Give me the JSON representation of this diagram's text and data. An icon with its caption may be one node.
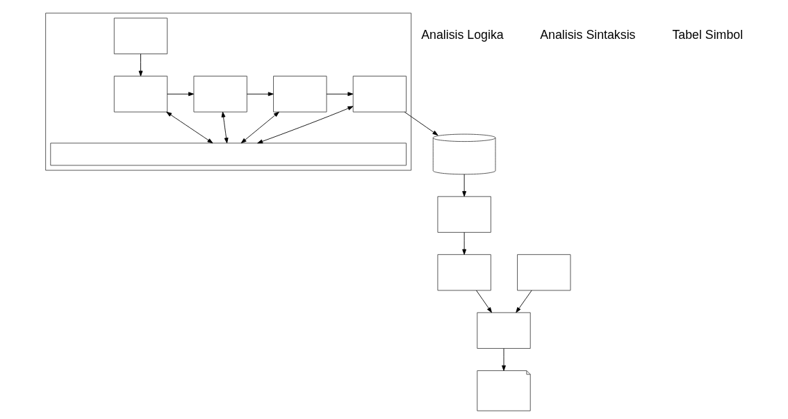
{
  "diagram": {
    "nodes": [
      {
        "text": [],
        "shape": "box"
      },
      {
        "text": [],
        "shape": "box",
        "in": 0
      },
      {
        "text": [],
        "shape": "box",
        "in": 0
      },
      {
        "text": [],
        "shape": "box",
        "in": 0
      },
      {
        "text": [],
        "shape": "box",
        "in": 0
      },
      {
        "text": [],
        "shape": "box",
        "in": 0
      },
      {
        "text": [],
        "shape": "bar",
        "in": 0
      },
      {
        "text": [],
        "shape": "storage"
      },
      {
        "text": [],
        "shape": "box"
      },
      {
        "text": [],
        "shape": "box"
      },
      {
        "text": [],
        "shape": "box"
      },
      {
        "text": [],
        "shape": "box"
      },
      {
        "text": [],
        "shape": "document"
      }
    ],
    "edges": [
      {
        "from": 1,
        "to": 2,
        "arrow": "to"
      },
      {
        "from": 2,
        "to": 3,
        "arrow": "to"
      },
      {
        "from": 3,
        "to": 4,
        "arrow": "to"
      },
      {
        "from": 4,
        "to": 5,
        "arrow": "to"
      },
      {
        "from": 5,
        "to": 7,
        "arrow": "to"
      },
      {
        "from": 2,
        "to": 6,
        "arrow": "both"
      },
      {
        "from": 3,
        "to": 6,
        "arrow": "both"
      },
      {
        "from": 4,
        "to": 6,
        "arrow": "both"
      },
      {
        "from": 5,
        "to": 6,
        "arrow": "both"
      },
      {
        "from": 7,
        "to": 8,
        "arrow": "to"
      },
      {
        "from": 8,
        "to": 9,
        "arrow": "to"
      },
      {
        "from": 9,
        "to": 10,
        "arrow": "to"
      },
      {
        "from": 11,
        "to": 10,
        "arrow": "to"
      },
      {
        "from": 10,
        "to": 12,
        "arrow": "to"
      }
    ],
    "labels": [
      "Analisis Logika",
      "Analisis Sintaksis",
      "Tabel Simbol"
    ]
  }
}
